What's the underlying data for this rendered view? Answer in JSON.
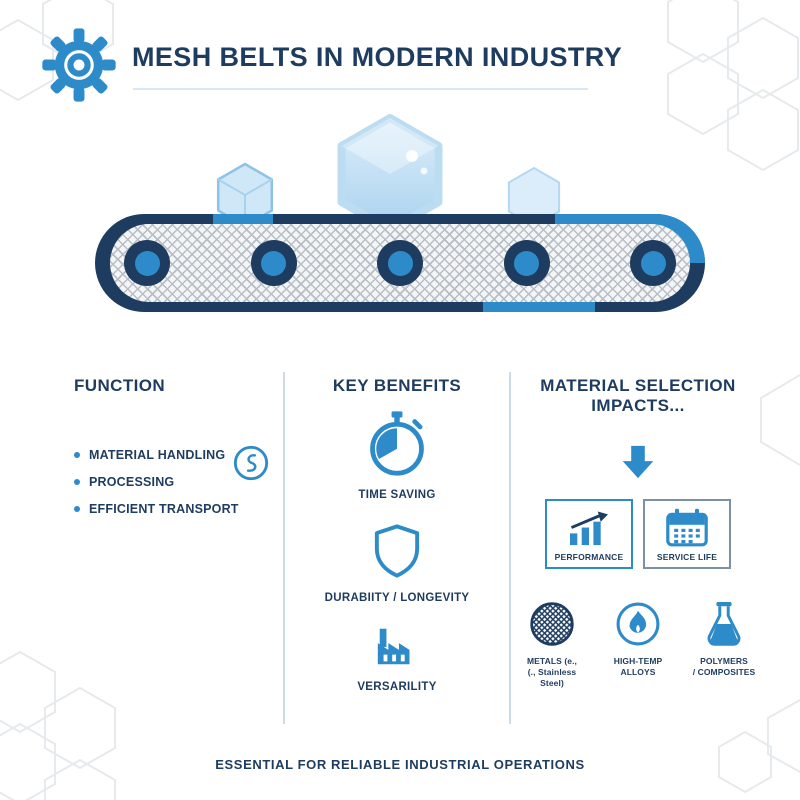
{
  "colors": {
    "navy": "#1e3c5f",
    "blue": "#2e8bc9",
    "light_blue": "#cde6f8",
    "divider": "#ccdbe8"
  },
  "header": {
    "title": "MESH BELTS IN MODERN INDUSTRY",
    "icon": "gear-icon"
  },
  "function": {
    "heading": "FUNCTION",
    "icon": "squiggle-hook-icon",
    "items": [
      "MATERIAL HANDLING",
      "PROCESSING",
      "EFFICIENT TRANSPORT"
    ]
  },
  "benefits": {
    "heading": "KEY BENEFITS",
    "items": [
      {
        "icon": "stopwatch-icon",
        "label": "TIME SAVING"
      },
      {
        "icon": "shield-icon",
        "label": "DURABIITY / LONGEVITY"
      },
      {
        "icon": "factory-icon",
        "label": "VERSARILITY"
      }
    ]
  },
  "materials": {
    "heading": "MATERIAL SELECTION\nIMPACTS...",
    "arrow_icon": "down-arrow-icon",
    "impact_boxes": [
      {
        "icon": "bar-chart-icon",
        "label": "PERFORMANCE"
      },
      {
        "icon": "calendar-icon",
        "label": "SERVICE LIFE"
      }
    ],
    "material_types": [
      {
        "icon": "mesh-circle-icon",
        "label": "METALS (e.,\n(., Stainless Steel)"
      },
      {
        "icon": "flame-icon",
        "label": "HIGH-TEMP\nALLOYS"
      },
      {
        "icon": "flask-icon",
        "label": "POLYMERS\n/ COMPOSITES"
      }
    ]
  },
  "footer": {
    "text": "ESSENTIAL FOR RELIABLE INDUSTRIAL OPERATIONS"
  }
}
